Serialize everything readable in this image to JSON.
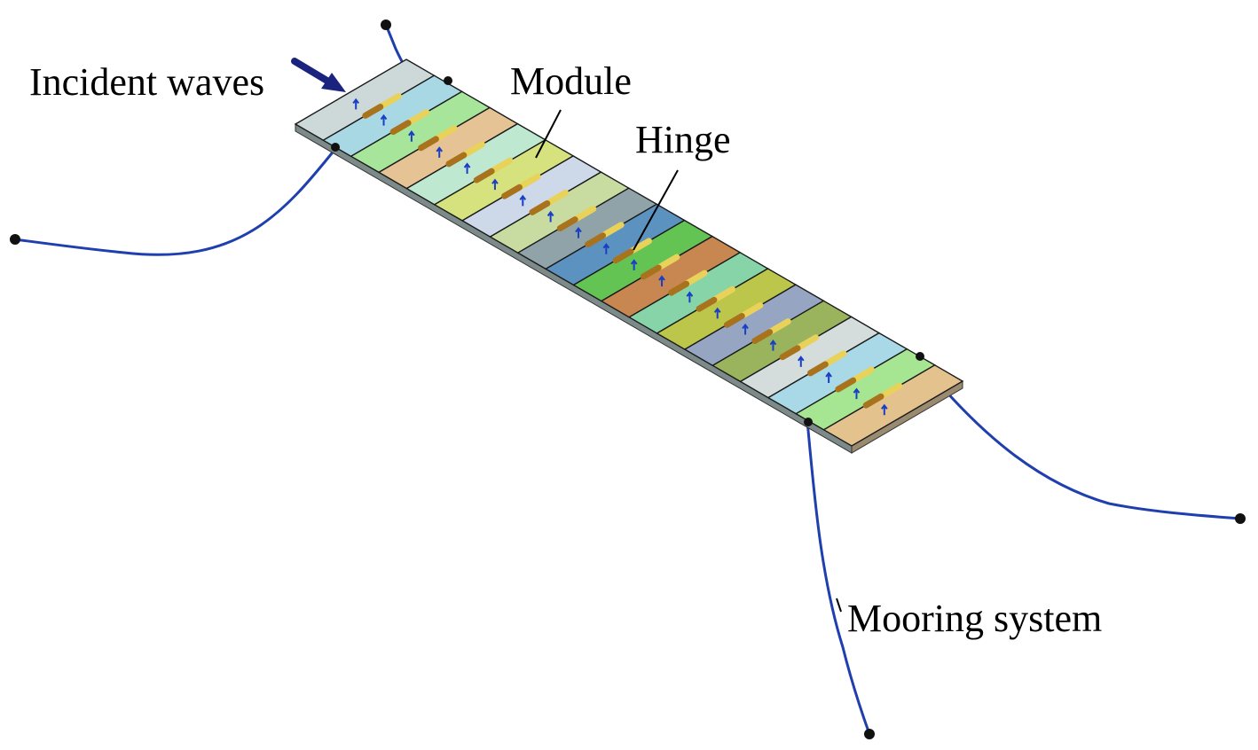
{
  "labels": {
    "incident_waves": "Incident waves",
    "module": "Module",
    "hinge": "Hinge",
    "mooring_system": "Mooring system"
  },
  "icons": {
    "wave_direction": "arrow-icon",
    "heave_indicator": "up-arrow-icon"
  },
  "colors": {
    "mooring_line": "#1f3fae",
    "anchor": "#111111",
    "hinge_light": "#e8d25a",
    "hinge_dark": "#a9731e",
    "arrow": "#1a237e",
    "indicator": "#1a3fc4",
    "modules": [
      "#cdd8d8",
      "#a8d8e4",
      "#a6e59a",
      "#e5c394",
      "#bfe8d0",
      "#d5e27e",
      "#cdd8e8",
      "#c8dba0",
      "#8fa3a8",
      "#5c92bf",
      "#63c454",
      "#c88650",
      "#86d4a8",
      "#bbc64a",
      "#96a6c2",
      "#9ab45e",
      "#d4dcdc",
      "#a9d8e6",
      "#a6e592",
      "#e3c28e"
    ]
  },
  "module_count": 20
}
